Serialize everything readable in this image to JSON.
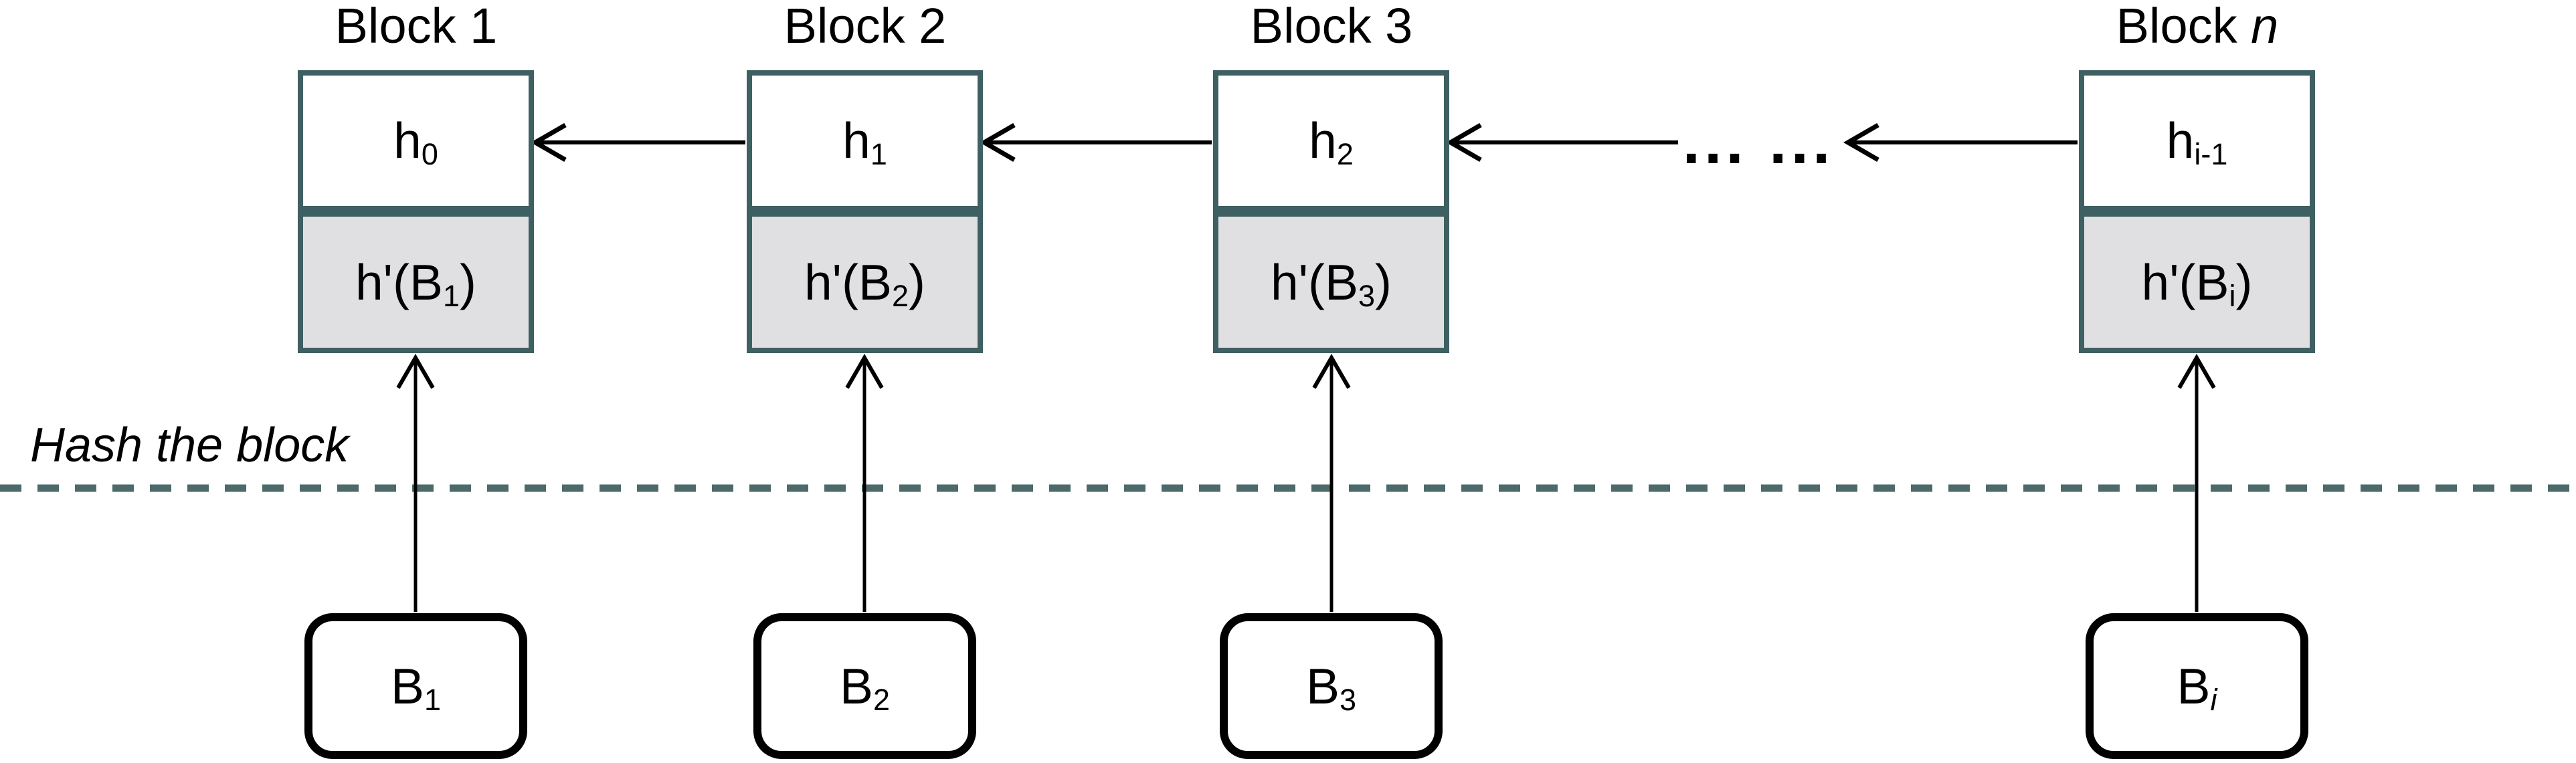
{
  "colors": {
    "box_border": "#3f6062",
    "block_hash_fill": "#e0e0e2",
    "dashed_divider": "#4c6a6a",
    "arrow": "#000000",
    "background": "#ffffff"
  },
  "labels": {
    "hash_note": "Hash the block",
    "ellipsis": "... ..."
  },
  "blocks": [
    {
      "title": {
        "text": "Block 1",
        "italic": ""
      },
      "prev_hash": {
        "base": "h",
        "sub": "0"
      },
      "block_hash": {
        "pre": "h'(B",
        "sub": "1",
        "post": ")"
      },
      "source": {
        "base": "B",
        "sub": "1",
        "sub_italic": ""
      }
    },
    {
      "title": {
        "text": "Block 2",
        "italic": ""
      },
      "prev_hash": {
        "base": "h",
        "sub": "1"
      },
      "block_hash": {
        "pre": "h'(B",
        "sub": "2",
        "post": ")"
      },
      "source": {
        "base": "B",
        "sub": "2",
        "sub_italic": ""
      }
    },
    {
      "title": {
        "text": "Block 3",
        "italic": ""
      },
      "prev_hash": {
        "base": "h",
        "sub": "2"
      },
      "block_hash": {
        "pre": "h'(B",
        "sub": "3",
        "post": ")"
      },
      "source": {
        "base": "B",
        "sub": "3",
        "sub_italic": ""
      }
    },
    {
      "title": {
        "text": "Block ",
        "italic": "n"
      },
      "prev_hash": {
        "base": "h",
        "sub": "i-1"
      },
      "block_hash": {
        "pre": "h'(B",
        "sub": "i",
        "post": ")"
      },
      "source": {
        "base": "B",
        "sub": "",
        "sub_italic": "i"
      }
    }
  ]
}
